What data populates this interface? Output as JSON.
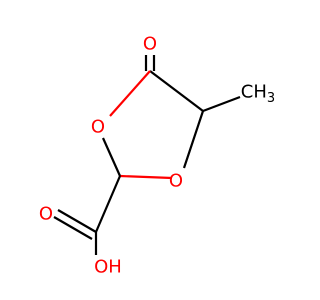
{
  "molecule": {
    "atoms": {
      "carbonyl_oxygen": "O",
      "ring_oxygen_left": "O",
      "ring_oxygen_right": "O",
      "acid_carbonyl_oxygen": "O",
      "hydroxyl": "OH",
      "methyl": "CH3"
    },
    "colors": {
      "oxygen": "#ff0000",
      "carbon_bond": "#000000"
    }
  }
}
